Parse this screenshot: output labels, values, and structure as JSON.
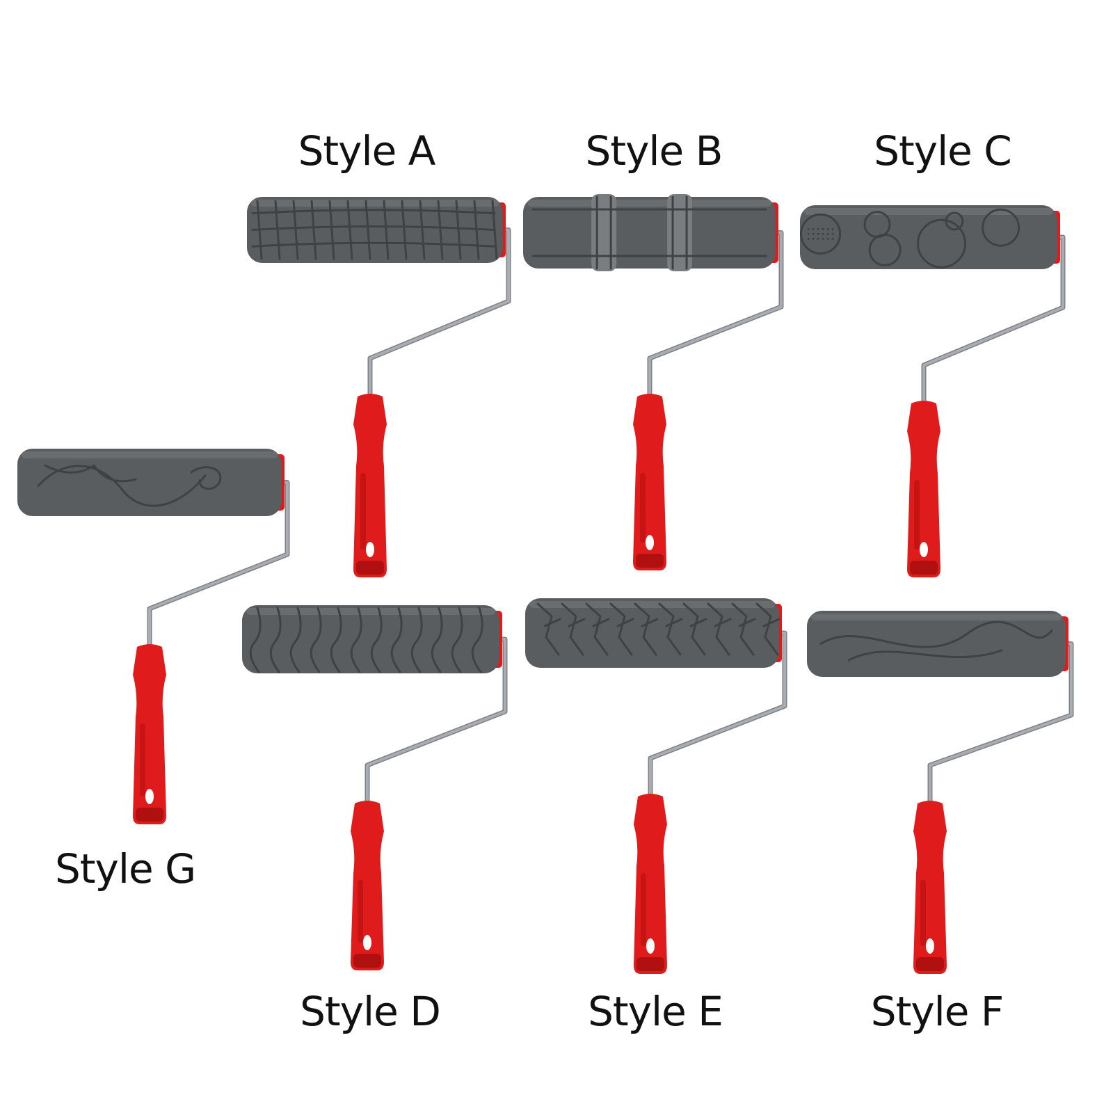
{
  "colors": {
    "background": "#ffffff",
    "roller_body": "#5a5d60",
    "roller_pattern": "#3f4245",
    "roller_highlight": "#7a7d80",
    "handle": "#e01b1b",
    "handle_shade": "#b01010",
    "wire": "#a9adb2",
    "label": "#111111"
  },
  "rollers": [
    {
      "id": "A",
      "label": "Style A",
      "pattern": "crocodile-scale-icon"
    },
    {
      "id": "B",
      "label": "Style B",
      "pattern": "banded-stripes-icon"
    },
    {
      "id": "C",
      "label": "Style C",
      "pattern": "circles-dots-icon"
    },
    {
      "id": "D",
      "label": "Style D",
      "pattern": "wavy-lines-icon"
    },
    {
      "id": "E",
      "label": "Style E",
      "pattern": "stone-crackle-icon"
    },
    {
      "id": "F",
      "label": "Style F",
      "pattern": "leaf-swirl-icon"
    },
    {
      "id": "G",
      "label": "Style G",
      "pattern": "floral-scroll-icon"
    }
  ]
}
